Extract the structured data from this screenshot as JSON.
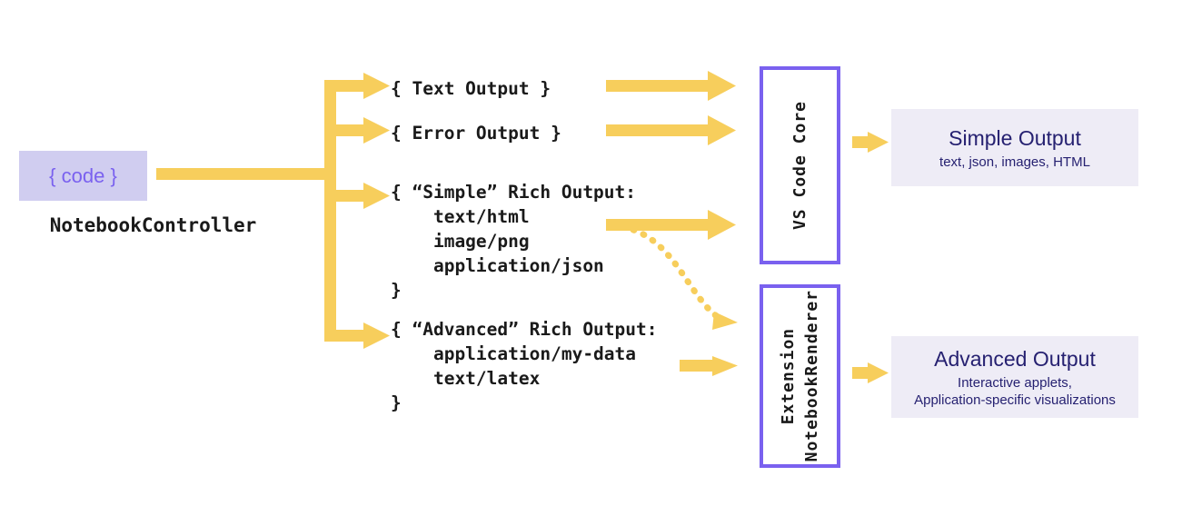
{
  "diagram": {
    "colors": {
      "arrow_yellow": "#f7ce5c",
      "box_purple_border": "#7a61ef",
      "code_box_fill": "#d0cdf0",
      "code_text_purple": "#7a61ef",
      "output_card_fill": "#eeecf6",
      "output_text_navy": "#262171",
      "mono_text": "#1a1a1a",
      "page_background": "#ffffff"
    },
    "source": {
      "code_box_label": "{ code }",
      "controller_label": "NotebookController"
    },
    "outputs": [
      {
        "id": "text-output",
        "text": "{ Text Output }"
      },
      {
        "id": "error-output",
        "text": "{ Error Output }"
      },
      {
        "id": "simple-rich-output",
        "text": "{ “Simple” Rich Output:\n    text/html\n    image/png\n    application/json\n}"
      },
      {
        "id": "advanced-rich-output",
        "text": "{ “Advanced” Rich Output:\n    application/my-data\n    text/latex\n}"
      }
    ],
    "consumers": [
      {
        "id": "vs-code-core",
        "label": "VS Code Core"
      },
      {
        "id": "notebook-renderer",
        "label": "Extension\nNotebookRenderer"
      }
    ],
    "results": [
      {
        "id": "simple-output",
        "title": "Simple Output",
        "subtitle": "text, json, images, HTML"
      },
      {
        "id": "advanced-output",
        "title": "Advanced Output",
        "subtitle": "Interactive applets,\nApplication-specific visualizations"
      }
    ]
  }
}
